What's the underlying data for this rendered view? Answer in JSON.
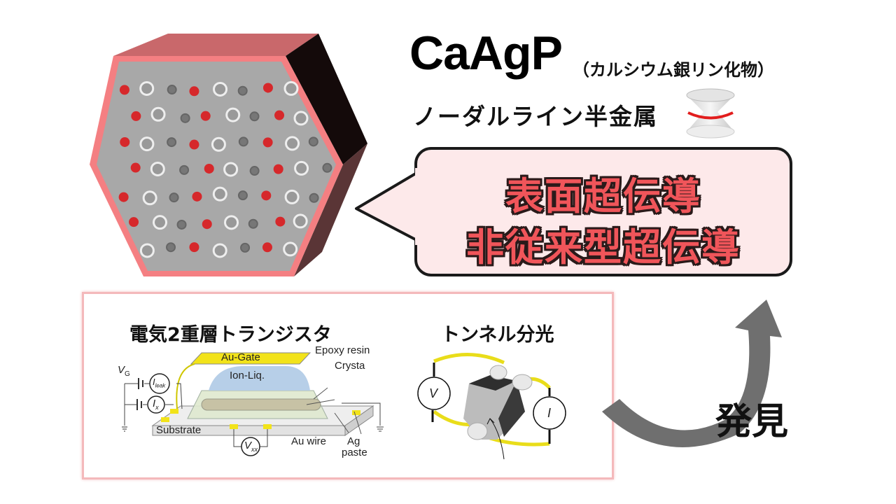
{
  "header": {
    "title": "CaAgP",
    "subtitle": "（カルシウム銀リン化物）",
    "material_class": "ノーダルライン半金属"
  },
  "callout": {
    "line1": "表面超伝導",
    "line2": "非従来型超伝導",
    "text_color": "#f0555a",
    "background": "#fde9ea"
  },
  "crystal": {
    "face_color": "#a7a7a7",
    "edge_color": "#f47f82",
    "side_dark": "#160c0c",
    "atom_red": "#d6282b"
  },
  "methods_panel": {
    "edlt": {
      "title": "電気2重層トランジスタ",
      "labels": {
        "gate": "Au-Gate",
        "ion_liquid": "Ion-Liq.",
        "epoxy": "Epoxy resin",
        "crystal": "Crysta",
        "substrate": "Substrate",
        "au_wire": "Au wire",
        "ag_paste_1": "Ag",
        "ag_paste_2": "paste",
        "vg": "V",
        "vg_sub": "G",
        "ileak": "I",
        "ileak_sub": "leak",
        "ix": "I",
        "ix_sub": "x",
        "vxx": "V",
        "vxx_sub": "xx"
      }
    },
    "tunneling": {
      "title": "トンネル分光",
      "meter_v": "V",
      "meter_i": "I"
    }
  },
  "arrow": {
    "label": "発見",
    "color": "#6f6f6f"
  }
}
